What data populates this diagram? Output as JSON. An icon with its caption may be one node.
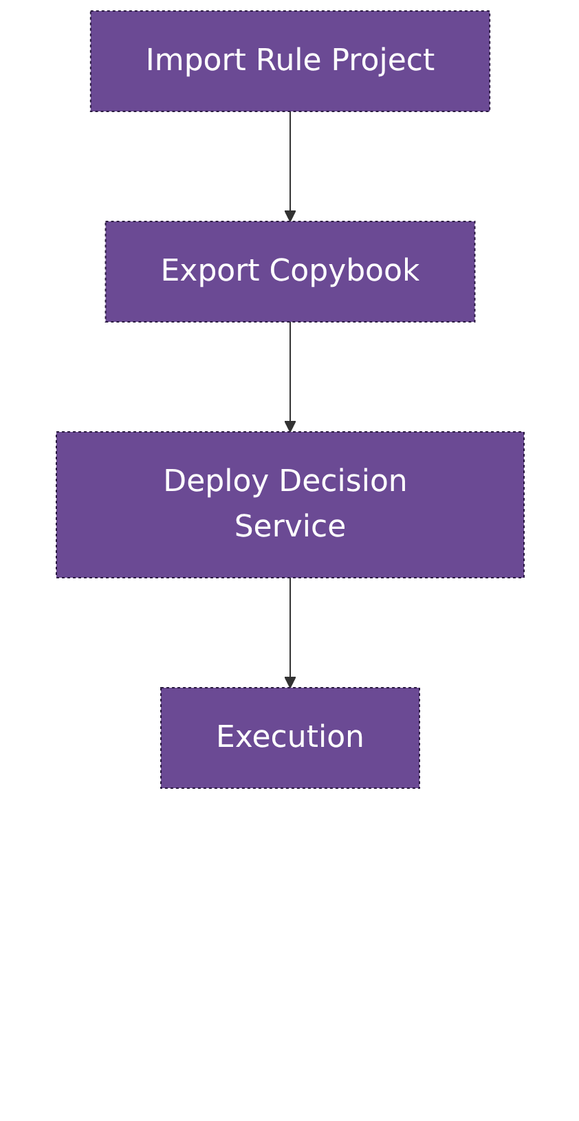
{
  "diagram": {
    "nodes": [
      {
        "text": [
          "Import Rule Project"
        ]
      },
      {
        "text": [
          "Export Copybook"
        ]
      },
      {
        "text": [
          "Deploy Decision Service"
        ]
      },
      {
        "text": [
          "Execution"
        ]
      }
    ],
    "edges": [
      {
        "from": 0,
        "to": 1,
        "arrow": "to"
      },
      {
        "from": 1,
        "to": 2,
        "arrow": "to"
      },
      {
        "from": 2,
        "to": 3,
        "arrow": "to"
      }
    ]
  }
}
